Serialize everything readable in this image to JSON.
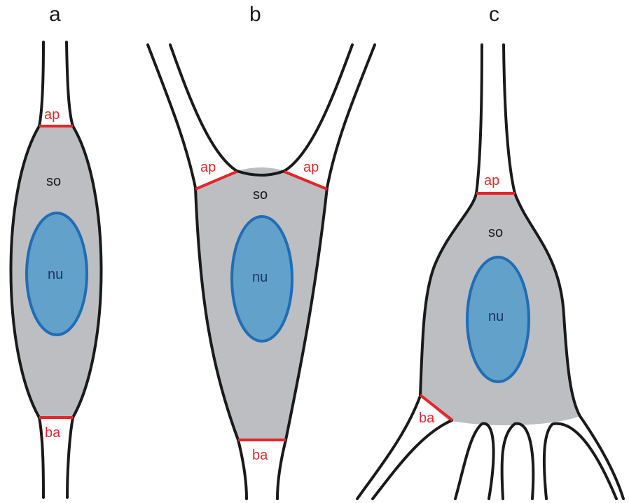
{
  "panels": {
    "a": {
      "letter": "a",
      "apical": "ap",
      "soma": "so",
      "nucleus": "nu",
      "basal": "ba"
    },
    "b": {
      "letter": "b",
      "apical_left": "ap",
      "apical_right": "ap",
      "soma": "so",
      "nucleus": "nu",
      "basal": "ba"
    },
    "c": {
      "letter": "c",
      "apical": "ap",
      "soma": "so",
      "nucleus": "nu",
      "basal": "ba"
    }
  },
  "colors": {
    "soma_fill": "#bcbec1",
    "nucleus_fill": "#62a1c9",
    "nucleus_stroke": "#1f6db5",
    "boundary": "#e3262c",
    "outline": "#1a1a1a"
  }
}
